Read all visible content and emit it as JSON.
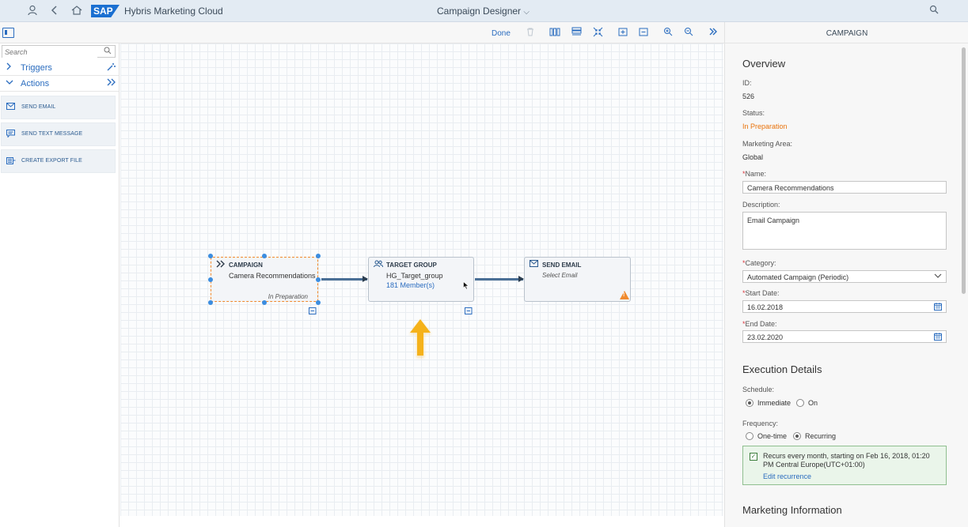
{
  "shell": {
    "logo": "SAP",
    "app_name": "Hybris Marketing Cloud",
    "title": "Campaign Designer",
    "title_chevron": "⌵"
  },
  "toolbar": {
    "done_label": "Done"
  },
  "palette": {
    "search_placeholder": "Search",
    "sections": [
      {
        "label": "Triggers"
      },
      {
        "label": "Actions"
      }
    ],
    "actions": [
      {
        "label": "SEND EMAIL"
      },
      {
        "label": "SEND TEXT MESSAGE"
      },
      {
        "label": "CREATE EXPORT FILE"
      }
    ]
  },
  "canvas": {
    "nodes": {
      "campaign": {
        "type": "CAMPAIGN",
        "name": "Camera Recommendations",
        "status": "In Preparation"
      },
      "target_group": {
        "type": "TARGET GROUP",
        "name": "HG_Target_group",
        "members": "181 Member(s)"
      },
      "send_email": {
        "type": "SEND EMAIL",
        "hint": "Select Email"
      }
    }
  },
  "panel": {
    "header": "CAMPAIGN",
    "overview_title": "Overview",
    "id_label": "ID:",
    "id_value": "526",
    "status_label": "Status:",
    "status_value": "In Preparation",
    "area_label": "Marketing Area:",
    "area_value": "Global",
    "name_label": "Name:",
    "name_value": "Camera Recommendations",
    "desc_label": "Description:",
    "desc_value": "Email Campaign",
    "category_label": "Category:",
    "category_value": "Automated Campaign (Periodic)",
    "start_label": "Start Date:",
    "start_value": "16.02.2018",
    "end_label": "End Date:",
    "end_value": "23.02.2020",
    "exec_title": "Execution Details",
    "schedule_label": "Schedule:",
    "schedule_options": [
      "Immediate",
      "On"
    ],
    "frequency_label": "Frequency:",
    "frequency_options": [
      "One-time",
      "Recurring"
    ],
    "recurrence_text": "Recurs every month, starting on Feb 16, 2018, 01:20 PM Central Europe(UTC+01:00)",
    "recurrence_link": "Edit recurrence",
    "marketing_title": "Marketing Information"
  },
  "colors": {
    "accent": "#2a6cbf",
    "status_orange": "#e9730c",
    "annotation_arrow": "#f5b21a"
  }
}
